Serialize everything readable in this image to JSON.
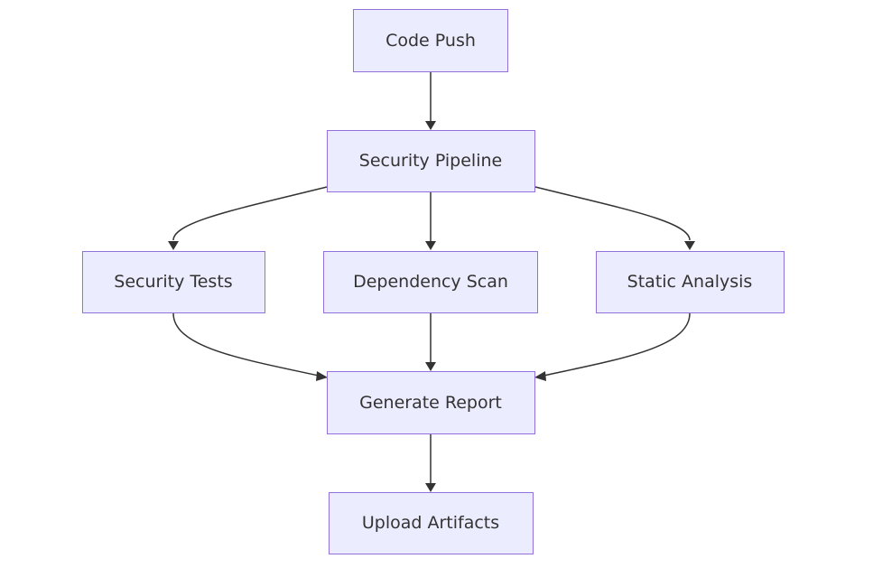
{
  "diagram": {
    "nodes": [
      {
        "id": "code-push",
        "label": "Code Push"
      },
      {
        "id": "security-pipeline",
        "label": "Security Pipeline"
      },
      {
        "id": "security-tests",
        "label": "Security Tests"
      },
      {
        "id": "dependency-scan",
        "label": "Dependency Scan"
      },
      {
        "id": "static-analysis",
        "label": "Static Analysis"
      },
      {
        "id": "generate-report",
        "label": "Generate Report"
      },
      {
        "id": "upload-artifacts",
        "label": "Upload Artifacts"
      }
    ],
    "edges": [
      {
        "from": "code-push",
        "to": "security-pipeline"
      },
      {
        "from": "security-pipeline",
        "to": "security-tests"
      },
      {
        "from": "security-pipeline",
        "to": "dependency-scan"
      },
      {
        "from": "security-pipeline",
        "to": "static-analysis"
      },
      {
        "from": "security-tests",
        "to": "generate-report"
      },
      {
        "from": "dependency-scan",
        "to": "generate-report"
      },
      {
        "from": "static-analysis",
        "to": "generate-report"
      },
      {
        "from": "generate-report",
        "to": "upload-artifacts"
      }
    ],
    "colors": {
      "node_fill": "#ECECFF",
      "node_stroke": "#9370DB",
      "text": "#333333",
      "edge": "#333333"
    }
  }
}
